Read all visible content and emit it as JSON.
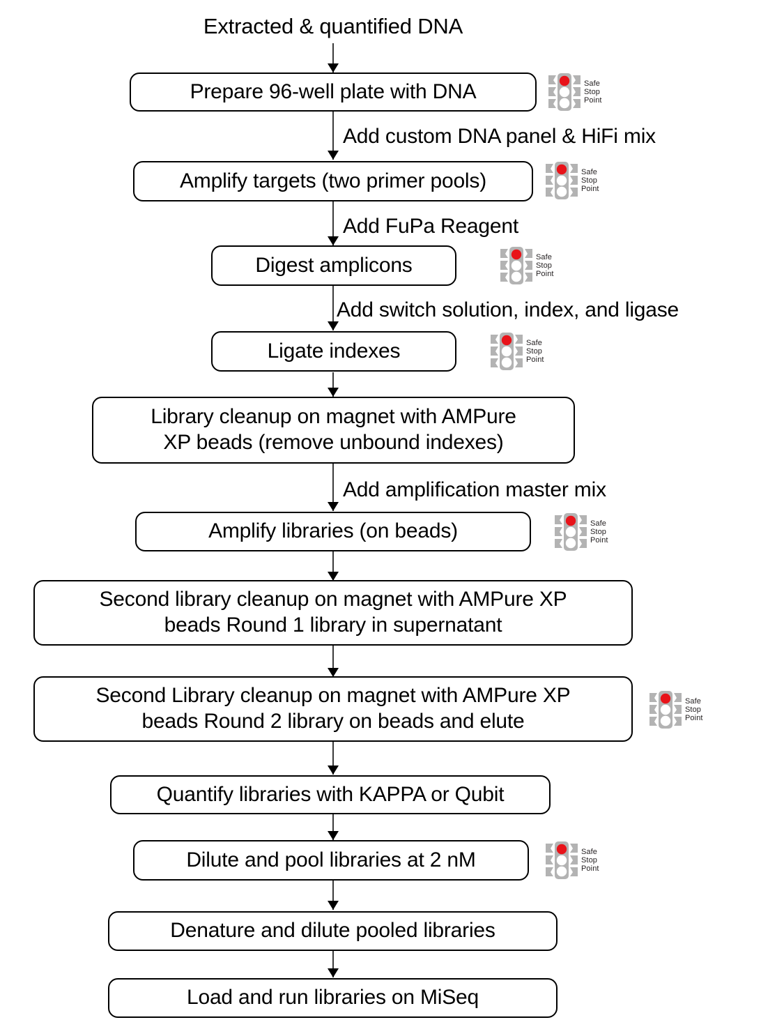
{
  "diagram": {
    "title": "Extracted & quantified DNA",
    "safe_stop_badge": {
      "line1": "Safe",
      "line2": "Stop",
      "line3": "Point",
      "icon": "traffic-light-icon",
      "lamp_color": "#E8131A",
      "body_color": "#B3B3B3"
    },
    "nodes": [
      {
        "id": "n1",
        "label": "Prepare 96-well plate with DNA",
        "safe_stop": true
      },
      {
        "id": "n2",
        "label": "Amplify targets (two primer pools)",
        "safe_stop": true
      },
      {
        "id": "n3",
        "label": "Digest amplicons",
        "safe_stop": true
      },
      {
        "id": "n4",
        "label": "Ligate indexes",
        "safe_stop": true
      },
      {
        "id": "n5",
        "label": "Library cleanup on magnet with AMPure\nXP beads (remove unbound indexes)",
        "safe_stop": false
      },
      {
        "id": "n6",
        "label": "Amplify libraries (on beads)",
        "safe_stop": true
      },
      {
        "id": "n7",
        "label": "Second library cleanup on magnet with AMPure XP\nbeads Round 1 library in supernatant",
        "safe_stop": false
      },
      {
        "id": "n8",
        "label": "Second Library cleanup on magnet with AMPure XP\nbeads Round 2 library on beads and elute",
        "safe_stop": true
      },
      {
        "id": "n9",
        "label": "Quantify libraries with KAPPA or Qubit",
        "safe_stop": false
      },
      {
        "id": "n10",
        "label": "Dilute and pool libraries at 2 nM",
        "safe_stop": true
      },
      {
        "id": "n11",
        "label": "Denature and dilute pooled libraries",
        "safe_stop": false
      },
      {
        "id": "n12",
        "label": "Load and run libraries on MiSeq",
        "safe_stop": false
      }
    ],
    "edges": [
      {
        "from": "title",
        "to": "n1",
        "label": ""
      },
      {
        "from": "n1",
        "to": "n2",
        "label": "Add custom DNA panel & HiFi mix"
      },
      {
        "from": "n2",
        "to": "n3",
        "label": "Add FuPa Reagent"
      },
      {
        "from": "n3",
        "to": "n4",
        "label": "Add switch solution, index, and ligase"
      },
      {
        "from": "n4",
        "to": "n5",
        "label": ""
      },
      {
        "from": "n5",
        "to": "n6",
        "label": "Add amplification master mix"
      },
      {
        "from": "n6",
        "to": "n7",
        "label": ""
      },
      {
        "from": "n7",
        "to": "n8",
        "label": ""
      },
      {
        "from": "n8",
        "to": "n9",
        "label": ""
      },
      {
        "from": "n9",
        "to": "n10",
        "label": ""
      },
      {
        "from": "n10",
        "to": "n11",
        "label": ""
      },
      {
        "from": "n11",
        "to": "n12",
        "label": ""
      }
    ]
  }
}
